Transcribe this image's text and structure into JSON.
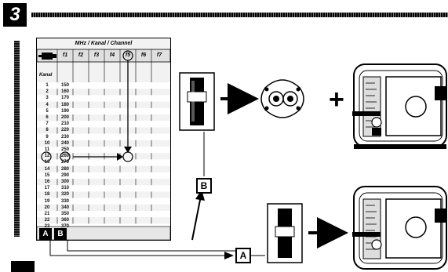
{
  "step_number": "3",
  "table": {
    "title": "MHz / Kanal / Channel",
    "left_header": "Kanal",
    "column_headers": [
      "f1",
      "f2",
      "f3",
      "f4",
      "f5",
      "f6",
      "f7"
    ],
    "columns": [
      [
        "1",
        "2",
        "3",
        "4",
        "5",
        "6",
        "7",
        "8",
        "9",
        "10",
        "11",
        "12",
        "13",
        "14",
        "15",
        "16",
        "17",
        "18",
        "19",
        "20",
        "21",
        "22",
        "23"
      ],
      [
        "150",
        "160",
        "170",
        "180",
        "190",
        "200",
        "210",
        "220",
        "230",
        "240",
        "250",
        "260",
        "270",
        "280",
        "290",
        "300",
        "310",
        "320",
        "330",
        "340",
        "350",
        "360",
        "370"
      ]
    ],
    "footer_keys": [
      "A",
      "B"
    ]
  },
  "labels": {
    "key_a": "A",
    "key_b": "B",
    "plus": "+"
  },
  "icons": {
    "plug": "connector-plug-icon",
    "switch": "slide-switch-icon",
    "crystal": "crystal-module-icon",
    "receiver": "receiver-unit-icon"
  }
}
